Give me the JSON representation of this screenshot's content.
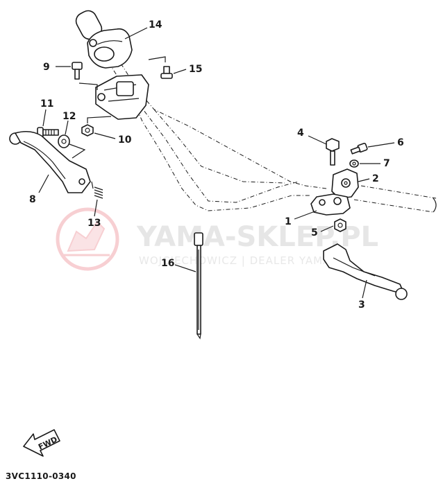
{
  "diagram": {
    "callouts": [
      {
        "id": "1",
        "label": "1"
      },
      {
        "id": "2",
        "label": "2"
      },
      {
        "id": "3",
        "label": "3"
      },
      {
        "id": "4",
        "label": "4"
      },
      {
        "id": "5",
        "label": "5"
      },
      {
        "id": "6",
        "label": "6"
      },
      {
        "id": "7",
        "label": "7"
      },
      {
        "id": "8",
        "label": "8"
      },
      {
        "id": "9",
        "label": "9"
      },
      {
        "id": "10",
        "label": "10"
      },
      {
        "id": "11",
        "label": "11"
      },
      {
        "id": "12",
        "label": "12"
      },
      {
        "id": "13",
        "label": "13"
      },
      {
        "id": "14",
        "label": "14"
      },
      {
        "id": "15",
        "label": "15"
      },
      {
        "id": "16",
        "label": "16"
      }
    ],
    "fwd_label": "FWD",
    "diagram_code": "3VC1110-0340"
  },
  "watermark": {
    "title": "YAMA-SKLEP.PL",
    "subtitle": "WOJCIECHOWICZ | DEALER YAMAHA",
    "logo": "yama-sklep-logo",
    "color": "#e6e6e6",
    "logo_color": "#f5c8cc"
  }
}
